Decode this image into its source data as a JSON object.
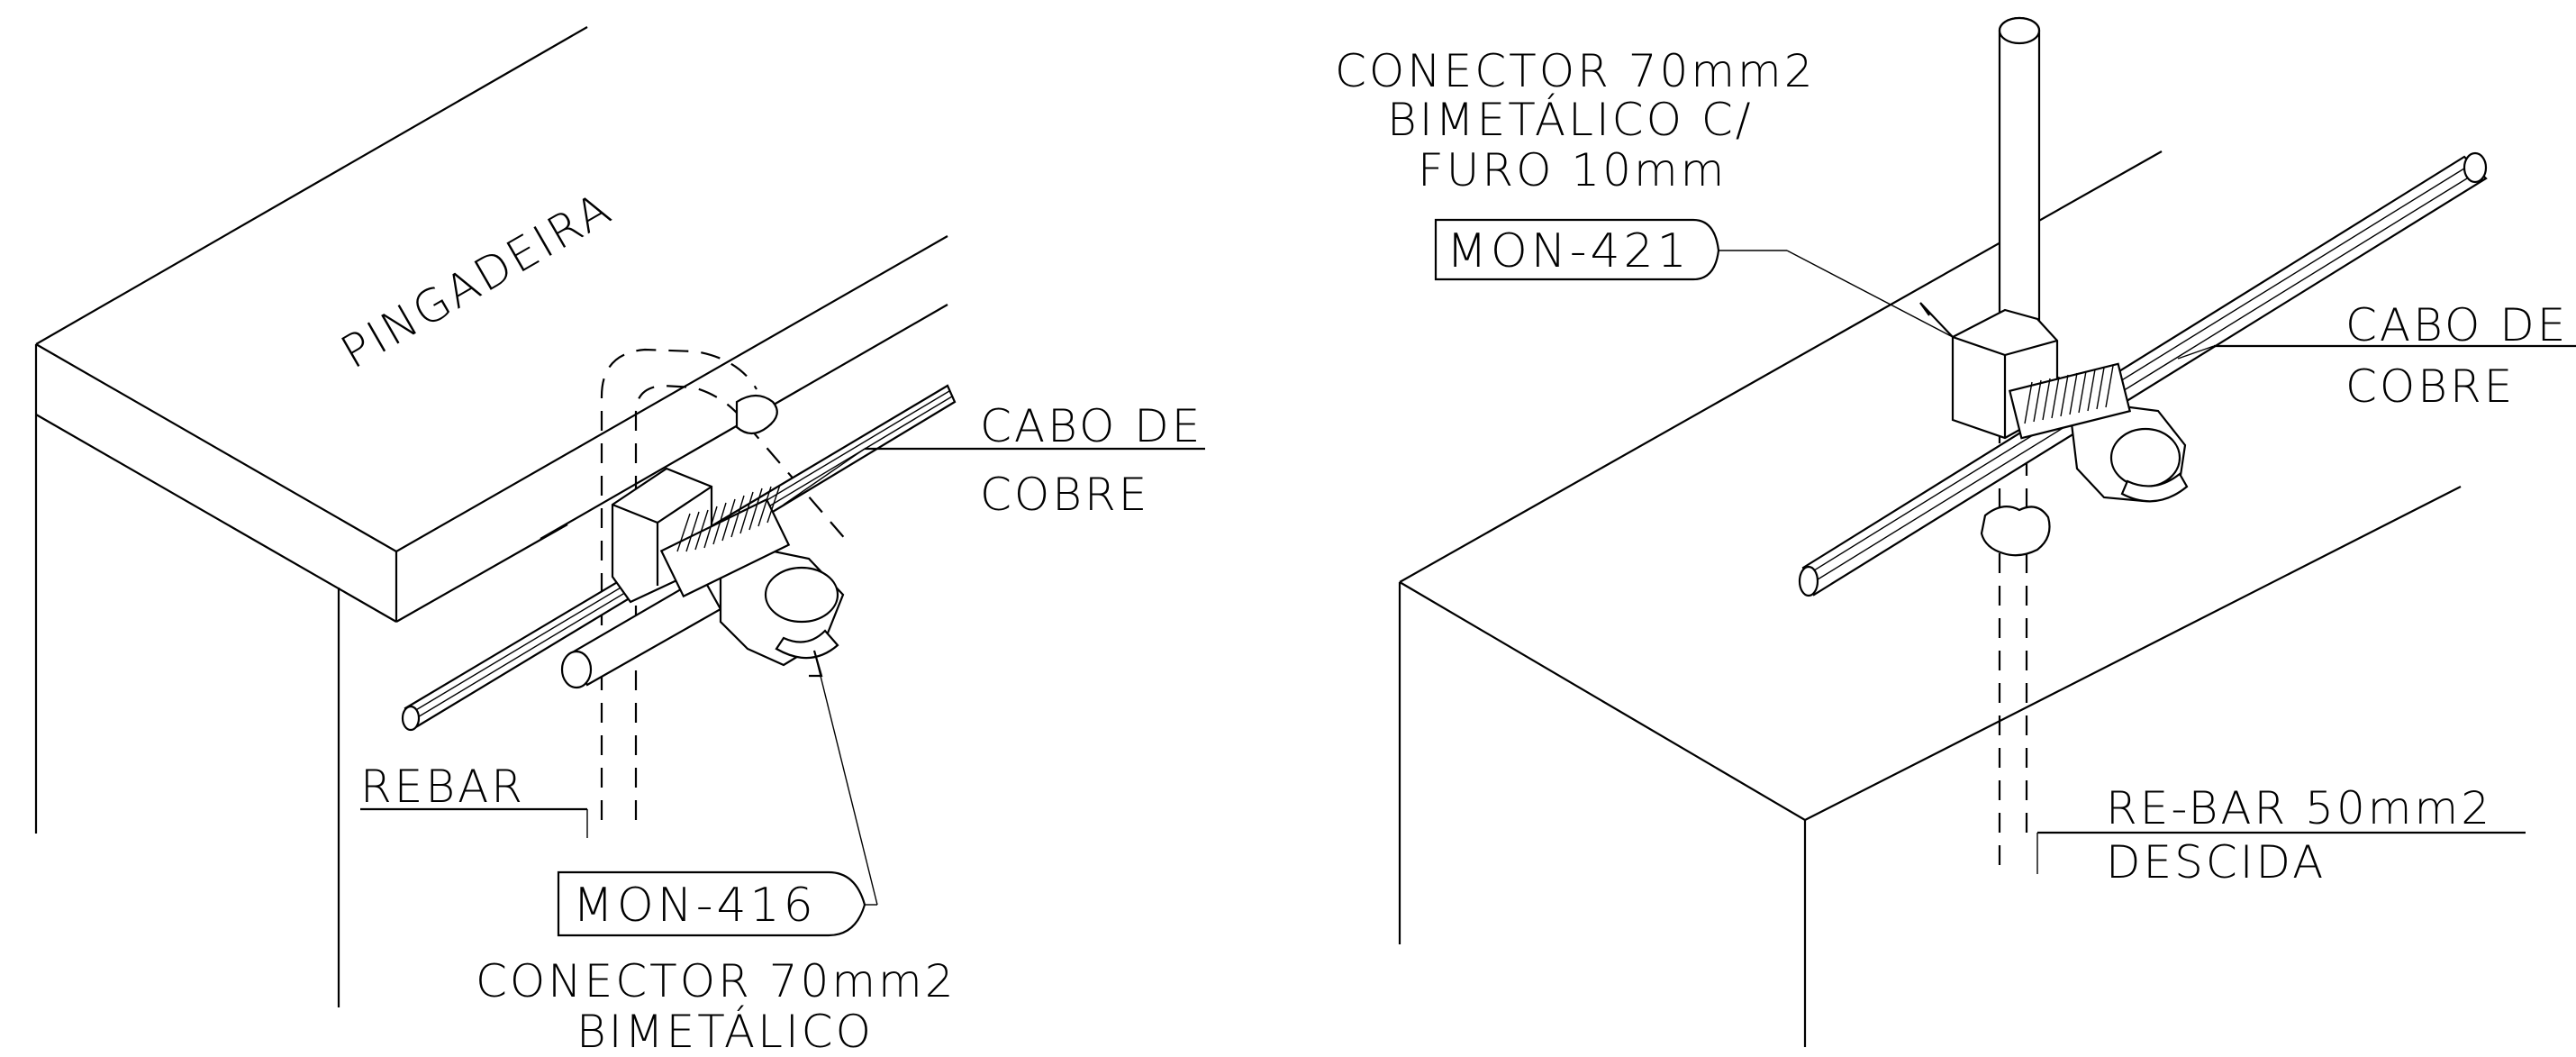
{
  "left": {
    "surface_label": "PINGADEIRA",
    "cable_label_1": "CABO DE",
    "cable_label_2": "COBRE",
    "rebar_label": "REBAR",
    "tag": "MON-416",
    "connector_line_1": "CONECTOR 70mm2",
    "connector_line_2": "BIMETÁLICO"
  },
  "right": {
    "connector_line_1": "CONECTOR 70mm2",
    "connector_line_2": "BIMETÁLICO C/",
    "connector_line_3": "FURO 10mm",
    "tag": "MON-421",
    "cable_label_1": "CABO DE",
    "cable_label_2": "COBRE",
    "rebar_label_1": "RE-BAR 50mm2",
    "rebar_label_2": "DESCIDA"
  }
}
